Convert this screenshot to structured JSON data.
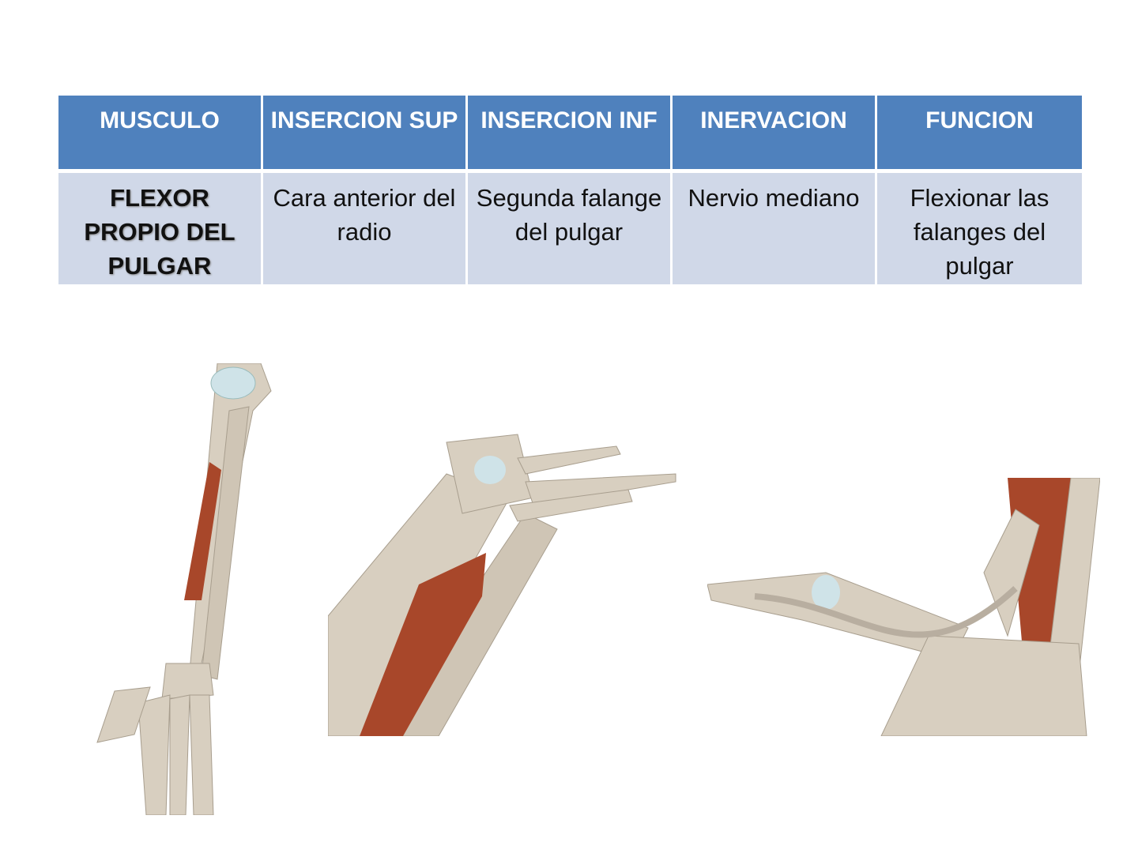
{
  "table": {
    "headers": [
      "MUSCULO",
      "INSERCION SUP",
      "INSERCION INF",
      "INERVACION",
      "FUNCION"
    ],
    "row": {
      "muscle": "FLEXOR PROPIO DEL PULGAR",
      "insercion_sup": "Cara anterior del radio",
      "insercion_inf": "Segunda falange del pulgar",
      "inervacion": "Nervio mediano",
      "funcion": "Flexionar las falanges del pulgar"
    }
  },
  "colors": {
    "header": "#4f81bd",
    "row": "#d0d8e8",
    "muscle": "#a8472a",
    "bone": "#d8cfc0",
    "cartilage": "#b8dbe3"
  }
}
